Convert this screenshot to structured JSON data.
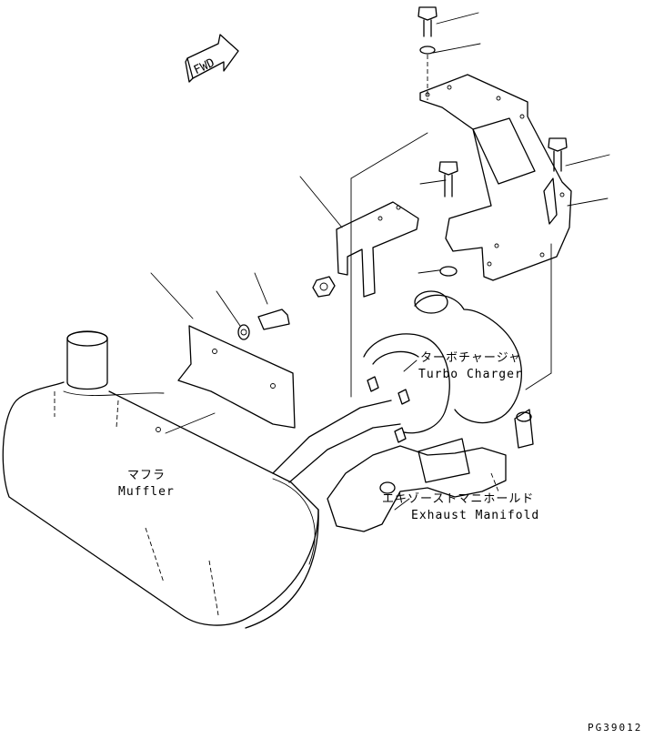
{
  "fwd_label": "FWD",
  "labels": {
    "turbo_jp": "ターボチャージャ",
    "turbo_en": "Turbo Charger",
    "muffler_jp": "マフラ",
    "muffler_en": "Muffler",
    "manifold_jp": "エキゾーストマニホールド",
    "manifold_en": "Exhaust Manifold"
  },
  "drawing_code": "PG39012"
}
